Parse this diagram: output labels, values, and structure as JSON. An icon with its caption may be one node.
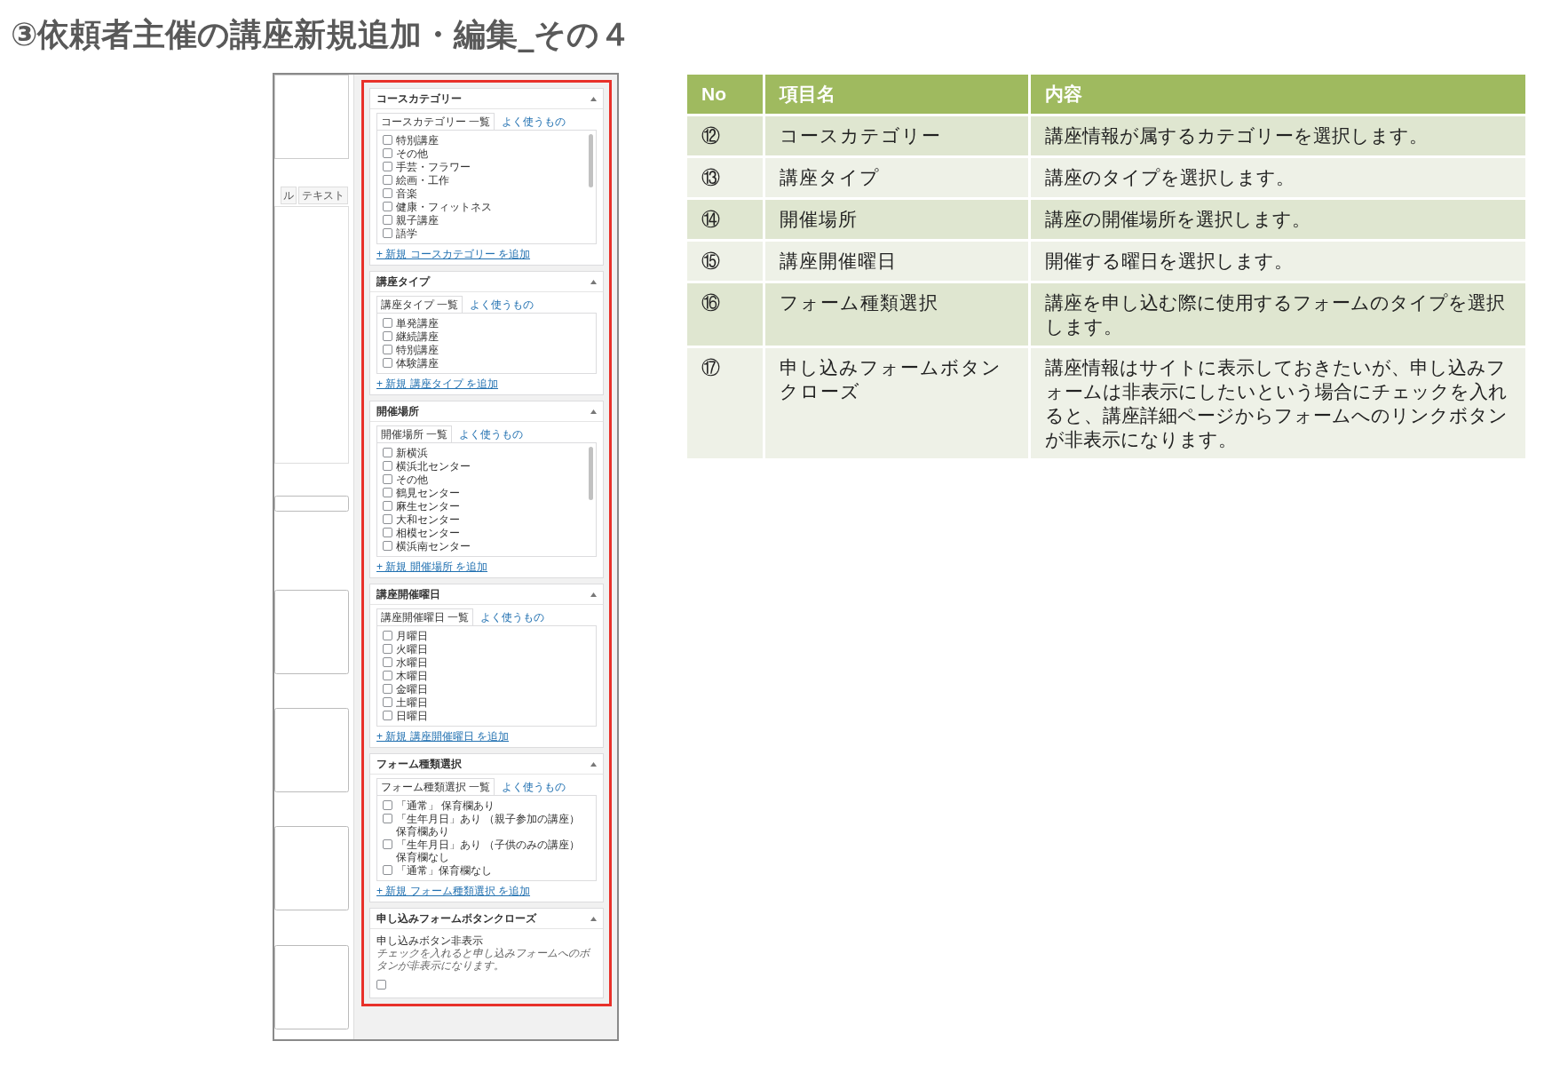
{
  "diagram": {
    "title": "③依頼者主催の講座新規追加・編集_その４",
    "nodes": [
      {
        "text": [],
        "shape": "box"
      },
      {
        "text": [
          "コースカテゴリー",
          "コースカテゴリー 一覧",
          "よく使うもの",
          "特別講座",
          "その他",
          "手芸・フラワー",
          "絵画・工作",
          "音楽",
          "健康・フィットネス",
          "親子講座",
          "語学",
          "+ 新規 コースカテゴリー を追加"
        ],
        "in": 0
      },
      {
        "text": [
          "講座タイプ",
          "講座タイプ 一覧",
          "よく使うもの",
          "単発講座",
          "継続講座",
          "特別講座",
          "体験講座",
          "+ 新規 講座タイプ を追加"
        ],
        "in": 0
      },
      {
        "text": [
          "開催場所",
          "開催場所 一覧",
          "よく使うもの",
          "新横浜",
          "横浜北センター",
          "その他",
          "鶴見センター",
          "麻生センター",
          "大和センター",
          "相模センター",
          "横浜南センター",
          "+ 新規 開催場所 を追加"
        ],
        "in": 0
      },
      {
        "text": [
          "講座開催曜日",
          "講座開催曜日 一覧",
          "よく使うもの",
          "月曜日",
          "火曜日",
          "水曜日",
          "木曜日",
          "金曜日",
          "土曜日",
          "日曜日",
          "+ 新規 講座開催曜日 を追加"
        ],
        "in": 0
      },
      {
        "text": [
          "フォーム種類選択",
          "フォーム種類選択 一覧",
          "よく使うもの",
          "「通常」 保育欄あり",
          "「生年月日」あり （親子参加の講座）保育欄あり",
          "「生年月日」あり （子供のみの講座）保育欄なし",
          "「通常」保育欄なし",
          "+ 新規 フォーム種類選択 を追加"
        ],
        "in": 0
      },
      {
        "text": [
          "申し込みフォームボタンクローズ",
          "申し込みボタン非表示",
          "チェックを入れると申し込みフォームへのボタンが非表示になります。"
        ],
        "in": 0
      }
    ],
    "labels": [
      "ル",
      "テキスト",
      "No",
      "項目名",
      "内容",
      "⑫",
      "コースカテゴリー",
      "講座情報が属するカテゴリーを選択します。",
      "⑬",
      "講座タイプ",
      "講座のタイプを選択します。",
      "⑭",
      "開催場所",
      "講座の開催場所を選択します。",
      "⑮",
      "講座開催曜日",
      "開催する曜日を選択します。",
      "⑯",
      "フォーム種類選択",
      "講座を申し込む際に使用するフォームのタイプを選択します。",
      "⑰",
      "申し込みフォームボタンクローズ",
      "講座情報はサイトに表示しておきたいが、申し込みフォームは非表示にしたいという場合にチェックを入れると、講座詳細ページからフォームへのリンクボタンが非表示になります。"
    ]
  }
}
